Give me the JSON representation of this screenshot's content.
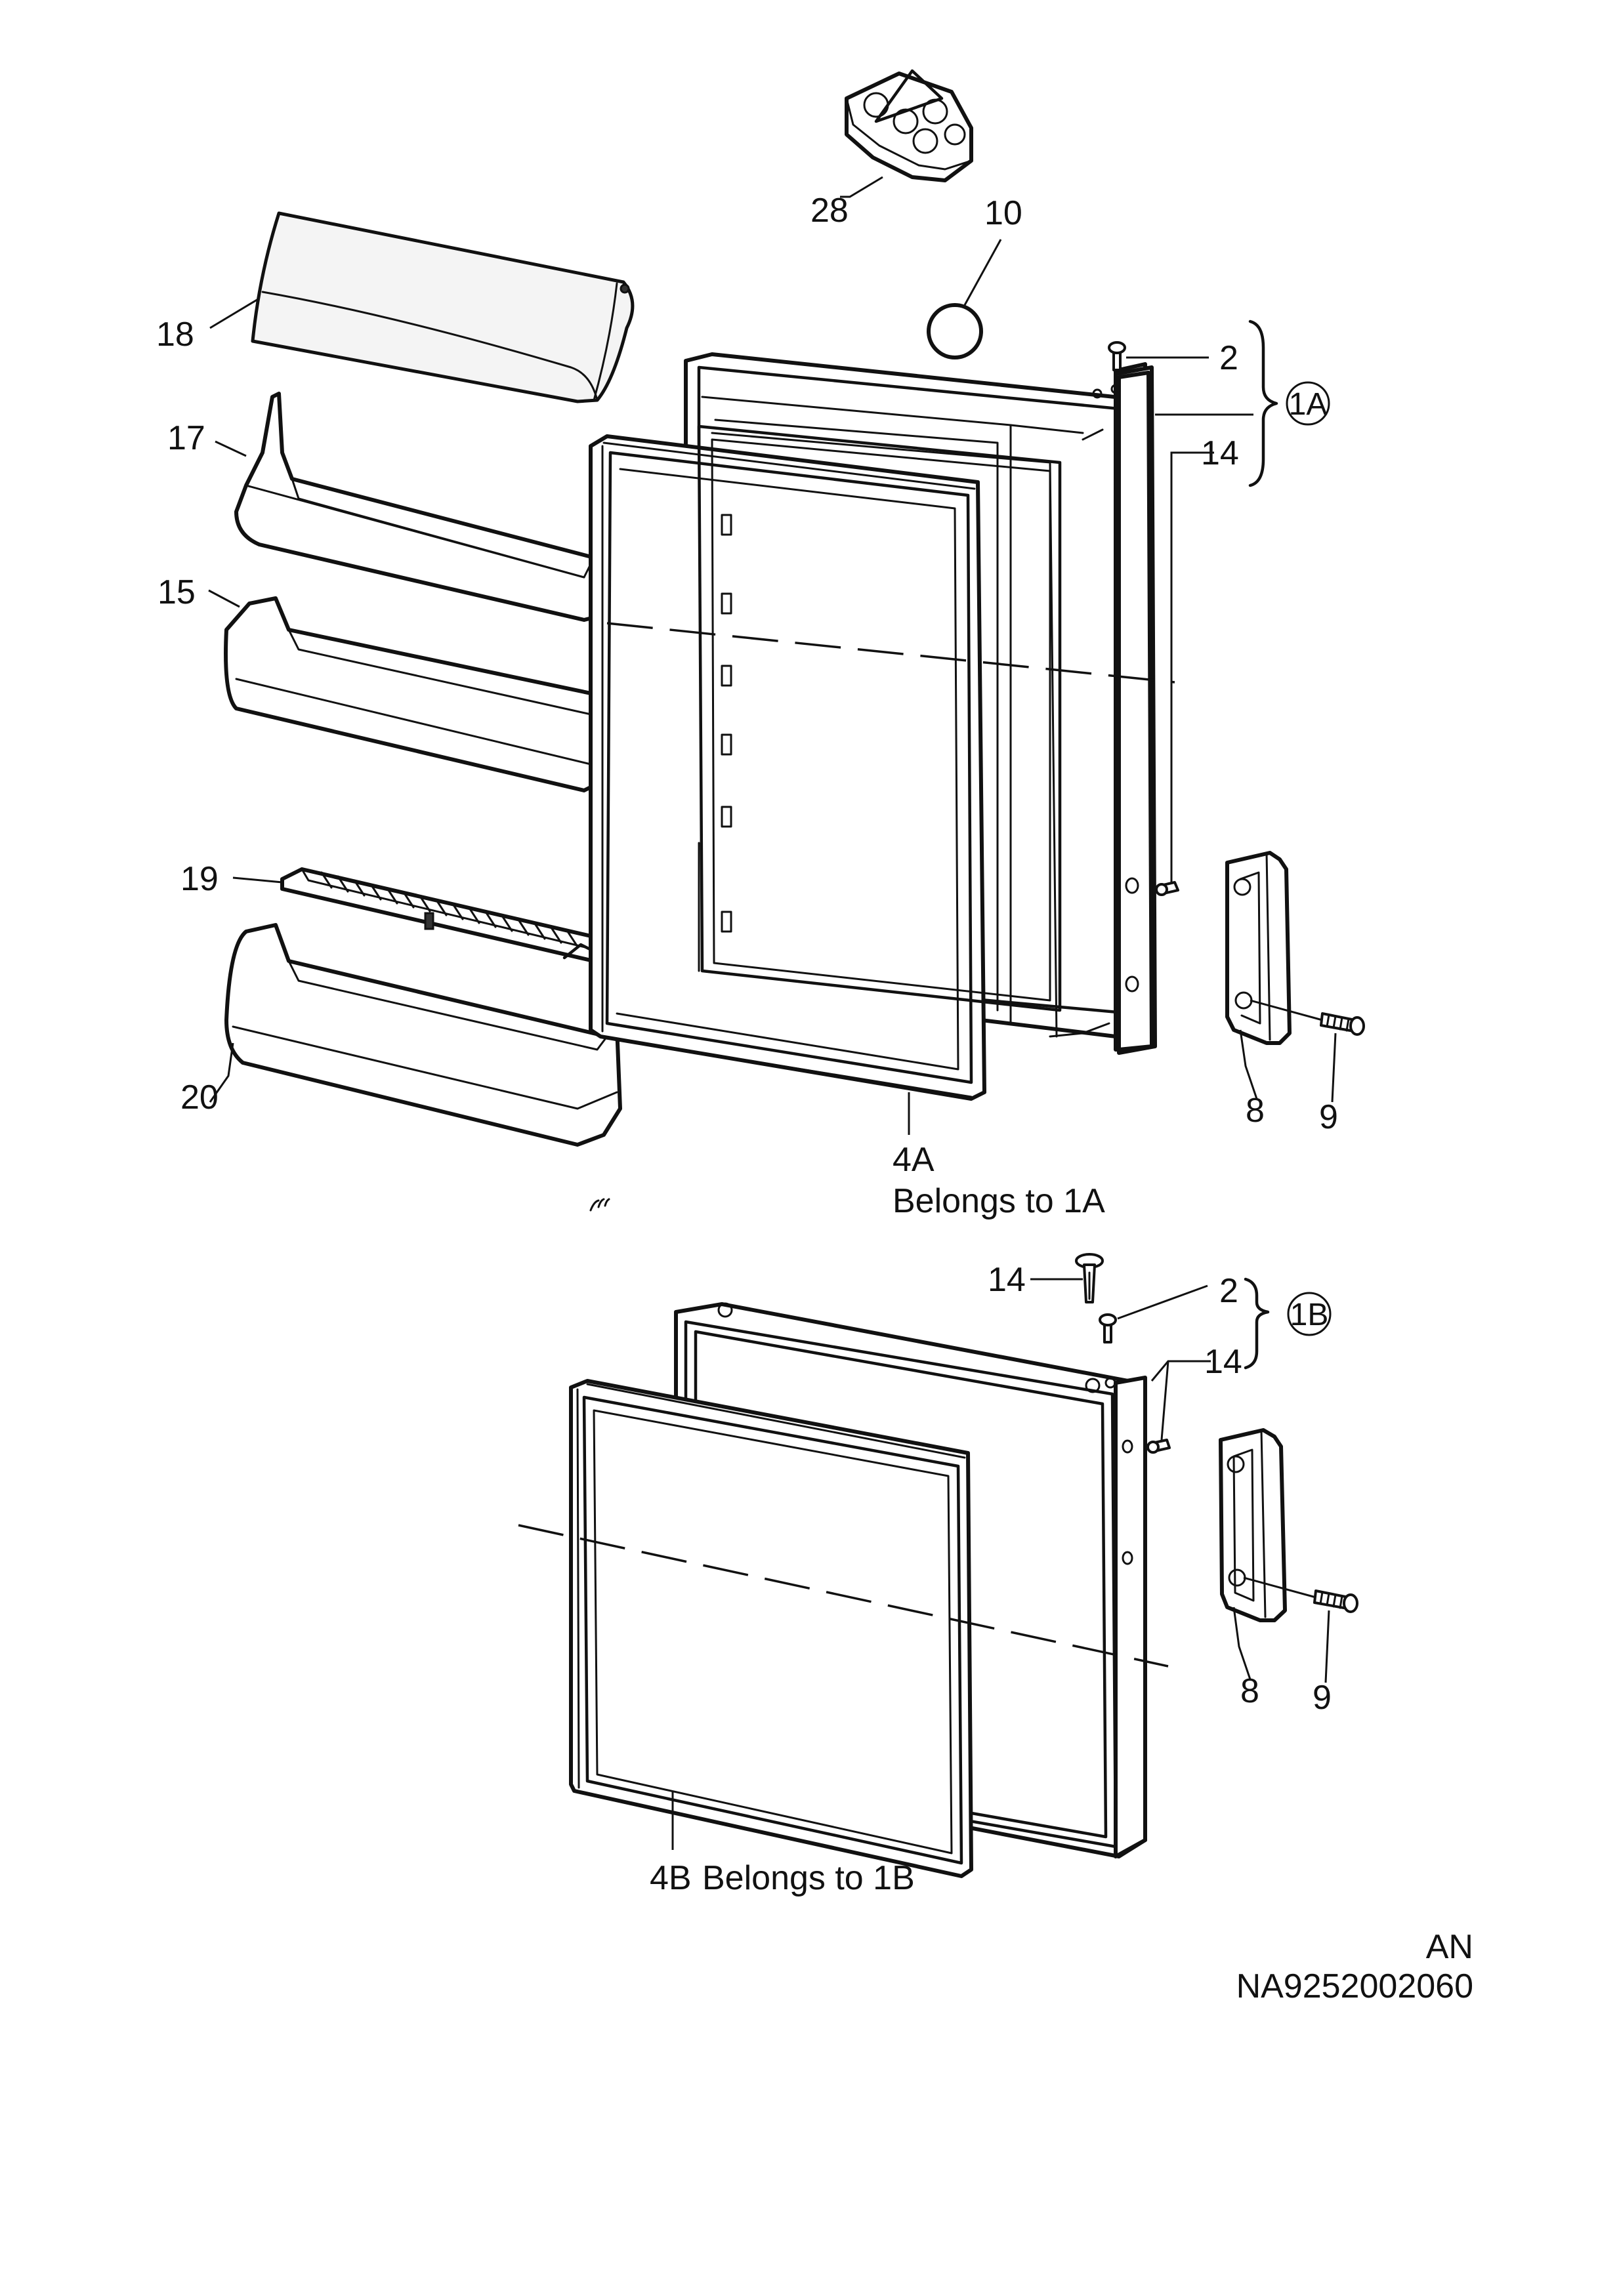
{
  "labels": {
    "p28": "28",
    "p10": "10",
    "p18": "18",
    "p2a": "2",
    "p1a": "1A",
    "p17": "17",
    "p14a": "14",
    "p15": "15",
    "p19": "19",
    "p20": "20",
    "p8a": "8",
    "p9a": "9",
    "p4a": "4A",
    "p4a_note": "Belongs to 1A",
    "p14b": "14",
    "p2b": "2",
    "p1b": "1B",
    "p14c": "14",
    "p8b": "8",
    "p9b": "9",
    "p4b": "4B",
    "p4b_note": "Belongs to 1B"
  },
  "footer": {
    "code1": "AN",
    "code2": "NA9252002060"
  }
}
